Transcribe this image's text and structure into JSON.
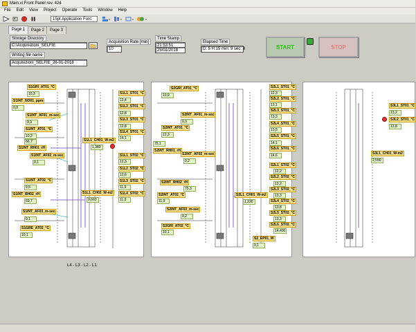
{
  "window": {
    "title": "Main.vi Front Panel rev. 424"
  },
  "menu": [
    "File",
    "Edit",
    "View",
    "Project",
    "Operate",
    "Tools",
    "Window",
    "Help"
  ],
  "toolbar": {
    "font": "15pt Application Font"
  },
  "tabs": [
    "Page 1",
    "Page 2",
    "Page 3"
  ],
  "controls": {
    "storage_label": "Storage Directory",
    "storage_value": "C:\\Acquisizioni_SELFIE",
    "writing_label": "Writing file name",
    "writing_value": "Acquisizioni_SELFIE_26-01-2018",
    "rate_label": "Acquisition Rate [min]",
    "rate_value": "10",
    "timestamp_label": "Time Stamp",
    "time_value": "21:53:51",
    "date_value": "25/01/2018",
    "elapsed_label": "Elapsed Time",
    "elapsed_value": "D: 5 H:15 min: 9 sec: 8",
    "start_label": "START",
    "stop_label": "STOP"
  },
  "floors": "L4 - L3 - L2 - L1",
  "panel1": {
    "tags": [
      "S1GRI_AT01_°C",
      "S1INT_NO01_ppm",
      "S1INT_AF01_m-sec",
      "S1INT_AT01_°C",
      "S1INT_RH01_rH",
      "S1INT_AF02_m-sec",
      "S1INT_AT02_°C",
      "S1INT_RH02_rH",
      "S1INT_AF03_m-sec",
      "S1GRE_AT02_°C",
      "S1L1_ST01_°C",
      "S1L2_ST01_°C",
      "S1L3_ST01_°C",
      "S1L4_ST01_°C",
      "S1L1_CH01_W-m2",
      "S1L1_ST02_°C",
      "S1L2_ST02_°C",
      "S1L3_ST02_°C",
      "S1L1_CH02_W-m2",
      "S1L4_ST02_°C"
    ],
    "values": [
      "10,3",
      "0,0",
      "0,3",
      "10,2",
      "66,7",
      "0,1",
      "9,5",
      "69,7",
      "0,1",
      "10,1",
      "12,4",
      "12,8",
      "12,8",
      "14,1",
      "1,380",
      "12,3",
      "12,6",
      "11,9",
      "0,660",
      "11,9"
    ]
  },
  "panel2": {
    "tags": [
      "S2GRI_AT01_°C",
      "S2INT_AF01_m-sec",
      "S2INT_AT01_°C",
      "S2INT_RH01_rH",
      "S2INT_AF02_m-sec",
      "S2INT_RH02_rH",
      "S2INT_AT02_°C",
      "S2INT_AF03_m-sec",
      "S2GRI_AT02_°C",
      "S2L1_ST01_°C",
      "S2L2_ST01_°C",
      "S2L3_ST01_°C",
      "S2L4_ST01_°C",
      "S2L5_ST01_°C",
      "S2L6_ST01_°C",
      "S2L1_ST02_°C",
      "S2L2_ST02_°C",
      "S2L3_ST02_°C",
      "S2L4_ST02_°C",
      "S2L5_ST02_°C",
      "S2L6_ST02_°C",
      "S2L1_CH01_W-m2",
      "S2_EP01_W"
    ],
    "values": [
      "10,9",
      "0,3",
      "12,3",
      "75,1",
      "0,2",
      "75,3",
      "11,9",
      "0,2",
      "10,1",
      "12,3",
      "13,1",
      "13,3",
      "13,5",
      "14,1",
      "14,6",
      "12,2",
      "13,2",
      "13,3",
      "13,8",
      "13,3",
      "14,400",
      "1,220",
      "0,1"
    ]
  },
  "panel3": {
    "tags": [
      "S3L1_ST01_°C",
      "S3L2_ST01_°C",
      "S3L1_CH01_W-m2"
    ],
    "values": [
      "13,2",
      "13,8",
      "2,550"
    ]
  }
}
